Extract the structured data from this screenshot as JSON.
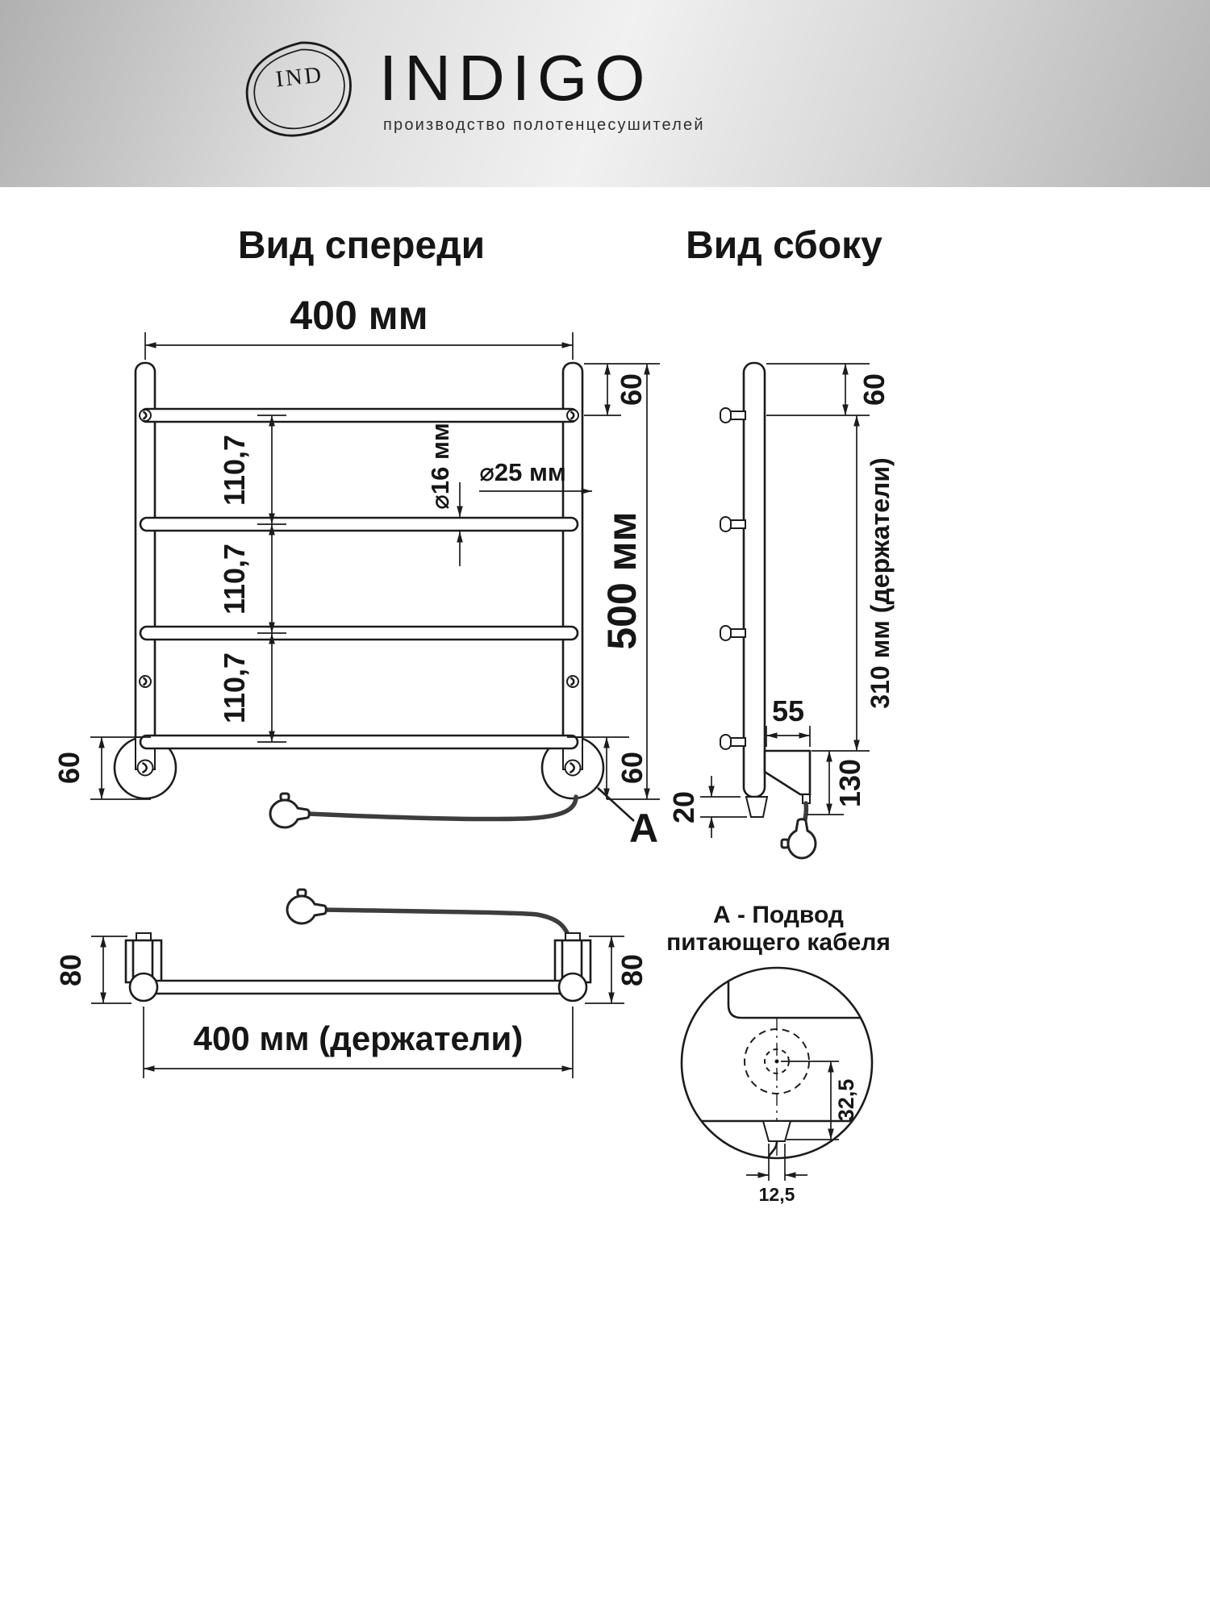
{
  "header": {
    "logo_mark": "IND",
    "brand": "INDIGO",
    "tagline": "производство полотенцесушителей"
  },
  "sections": {
    "front_view_title": "Вид спереди",
    "side_view_title": "Вид сбоку"
  },
  "front_view": {
    "width": "400 мм",
    "top_offset": "60",
    "rung_spacings": [
      "110,7",
      "110,7",
      "110,7"
    ],
    "tube_diameter": "⌀16 мм",
    "post_diameter": "⌀25 мм",
    "height": "500 мм",
    "bottom_left_offset": "60",
    "bottom_right_offset": "60",
    "detail_marker": "А"
  },
  "side_view": {
    "top_offset": "60",
    "holders_span": "310 мм (держатели)",
    "bracket_depth": "55",
    "bracket_height": "130",
    "bottom_offset": "20"
  },
  "bottom_view": {
    "left_offset": "80",
    "right_offset": "80",
    "holders_width": "400 мм (держатели)"
  },
  "detail_a": {
    "title_line1": "А - Подвод",
    "title_line2": "питающего кабеля",
    "center_to_bottom": "32,5",
    "cable_offset": "12,5"
  }
}
